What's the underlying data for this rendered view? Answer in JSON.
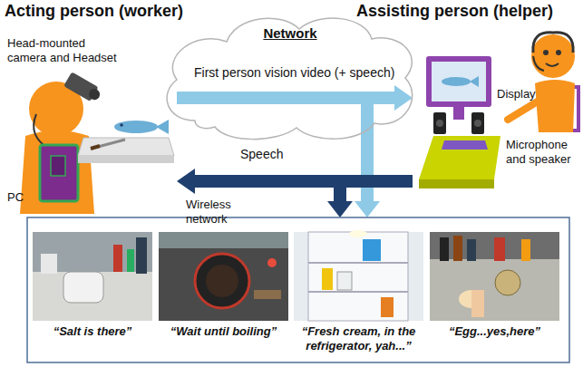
{
  "diagram": {
    "nodes": [
      {
        "text": [
          "Acting person (worker)"
        ]
      },
      {
        "text": [
          "Assisting person (helper)"
        ]
      },
      {
        "text": [
          "Network"
        ]
      },
      {
        "text": [
          "“Salt is there”"
        ]
      },
      {
        "text": [
          "“Wait until boiling”"
        ]
      },
      {
        "text": [
          "“Fresh cream, in the refrigerator, yah...”"
        ]
      },
      {
        "text": [
          "“Egg...yes,here”"
        ]
      }
    ],
    "edges": [
      {
        "from": 0,
        "to": 1,
        "arrow": "to",
        "label": "First person vision video (+ speech)"
      },
      {
        "from": 1,
        "to": 0,
        "arrow": "to",
        "label": "Speech"
      }
    ],
    "labels": [
      "Head-mounted camera and Headset",
      "PC",
      "Wireless network",
      "Display",
      "Microphone and speaker"
    ]
  }
}
